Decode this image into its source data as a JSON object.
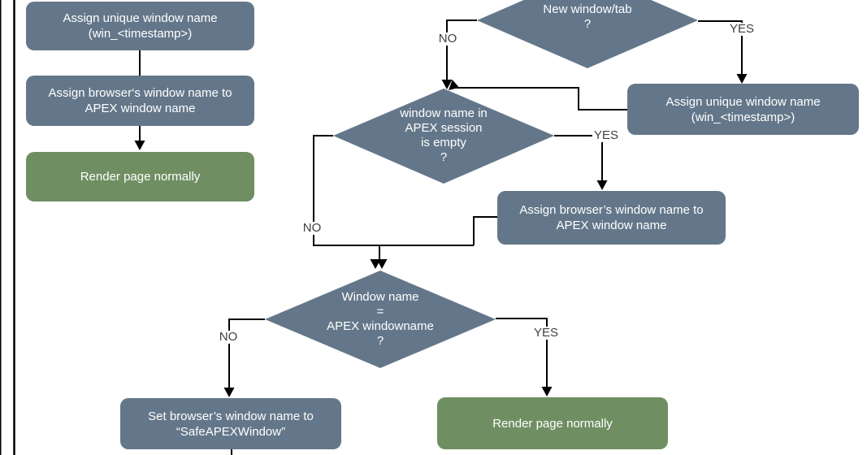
{
  "diagram": {
    "nodes": {
      "assign_unique_left": {
        "line1": "Assign unique window name",
        "line2": "(win_<timestamp>)"
      },
      "assign_browser_left": {
        "line1": "Assign browser‘s window name to",
        "line2": "APEX window name"
      },
      "render_left": {
        "line1": "Render page normally"
      },
      "new_window_decision": {
        "line1": "New window/tab",
        "line2": "?"
      },
      "assign_unique_right": {
        "line1": "Assign unique window name",
        "line2": "(win_<timestamp>)"
      },
      "window_name_empty_decision": {
        "line1": "window name in",
        "line2": "APEX session",
        "line3": "is empty",
        "line4": "?"
      },
      "assign_browser_right": {
        "line1": "Assign browser’s window name to",
        "line2": "APEX window name"
      },
      "window_name_match_decision": {
        "line1": "Window name",
        "line2": "=",
        "line3": "APEX windowname",
        "line4": "?"
      },
      "set_browser_name": {
        "line1": "Set browser’s window name to",
        "line2": "“SafeAPEXWindow”"
      },
      "render_right": {
        "line1": "Render page normally"
      }
    },
    "edge_labels": {
      "new_window_no": "NO",
      "new_window_yes": "YES",
      "name_empty_no": "NO",
      "name_empty_yes": "YES",
      "name_match_no": "NO",
      "name_match_yes": "YES"
    },
    "colors": {
      "process_fill": "#64778A",
      "decision_fill": "#64778A",
      "terminal_fill": "#6F8F63",
      "node_text": "#FFFFFF",
      "connector": "#000000",
      "edge_label_text": "#404040",
      "background": "#FFFFFF"
    }
  }
}
